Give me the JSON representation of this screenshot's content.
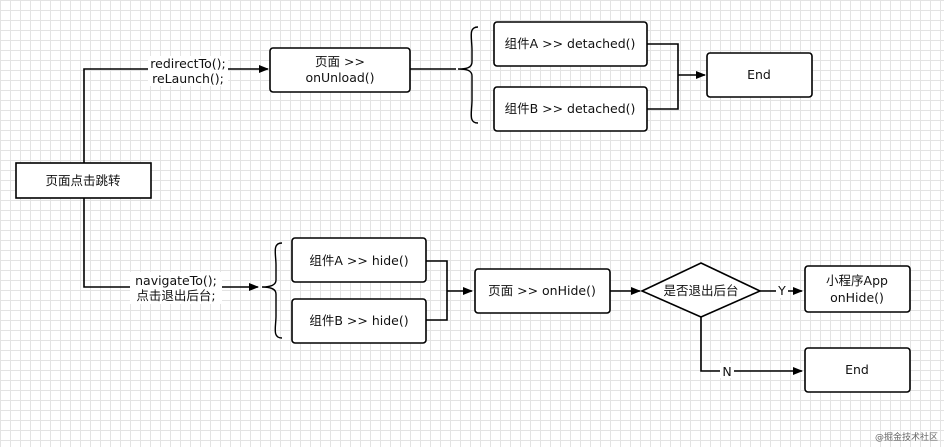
{
  "nodes": {
    "start": "页面点击跳转",
    "page_unload": [
      "页面 >>",
      "onUnload()"
    ],
    "comp_a_detached": "组件A >> detached()",
    "comp_b_detached": "组件B >> detached()",
    "end_top": "End",
    "comp_a_hide": "组件A >> hide()",
    "comp_b_hide": "组件B >> hide()",
    "page_hide": "页面 >> onHide()",
    "decision": "是否退出后台",
    "app_hide": [
      "小程序App",
      "onHide()"
    ],
    "end_bottom": "End"
  },
  "edge_labels": {
    "redirect": [
      "redirectTo();",
      "reLaunch();"
    ],
    "navigate": [
      "navigateTo();",
      "点击退出后台;"
    ],
    "yes": "Y",
    "no": "N"
  },
  "watermark": "@掘金技术社区"
}
